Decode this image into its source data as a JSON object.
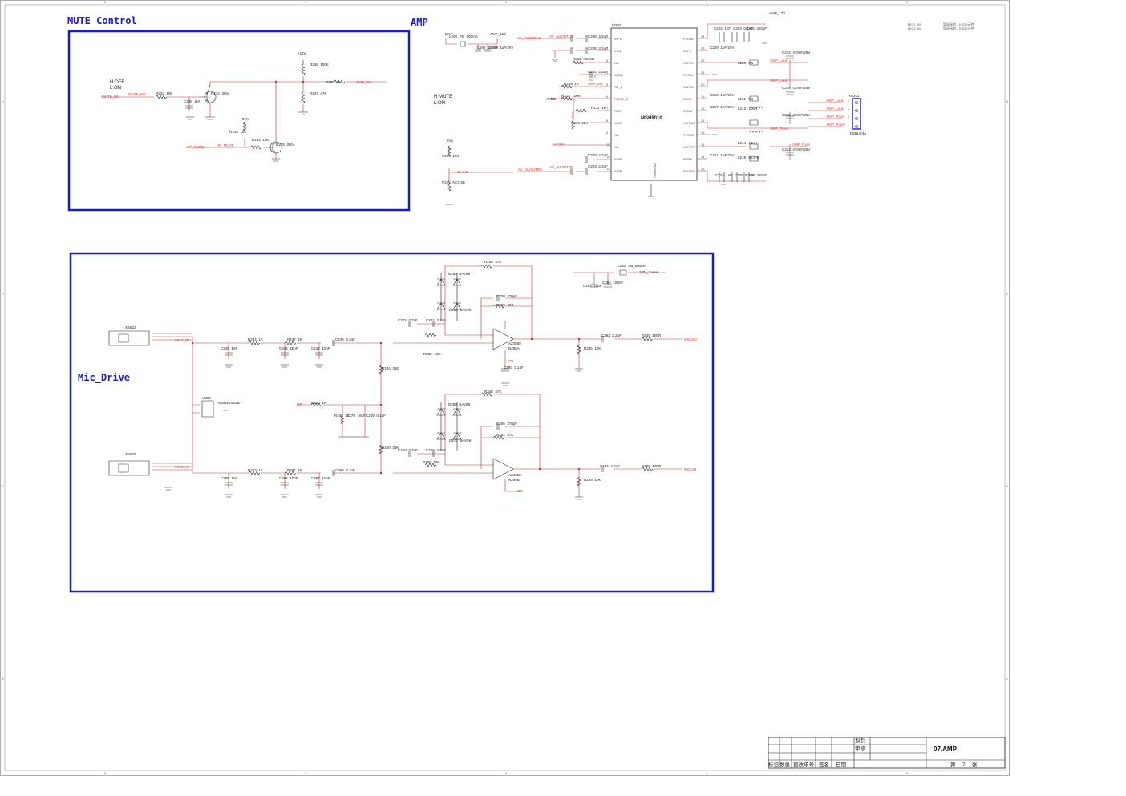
{
  "sections": {
    "mute_title": "MUTE Control",
    "amp_title": "AMP",
    "mic_title": "Mic_Drive"
  },
  "notes": {
    "mute_logic_1": "H:OFF",
    "mute_logic_2": "L:ON",
    "amp_logic_1": "H:MUTE",
    "amp_logic_2": "L:ON",
    "corner_note_1": "MIC1_IN",
    "corner_note_2": "MIC2_IN",
    "corner_desc_1": "暂留接地，ESD2元件",
    "corner_desc_2": "暂留接地，ESD2元件"
  },
  "mute": {
    "rails": [
      "+12V",
      "5VA"
    ],
    "nets": [
      "MUTE_EN",
      "MUTE_EN",
      "HP_MUTE",
      "HP_MUTE",
      "AMP_EN"
    ],
    "parts": [
      {
        "ref": "R233",
        "val": "10K"
      },
      {
        "ref": "C236",
        "val": "1nF"
      },
      {
        "ref": "R214",
        "val": "3904"
      },
      {
        "ref": "R248",
        "val": "100K"
      },
      {
        "ref": "R247",
        "val": "47K"
      },
      {
        "ref": "R260",
        "val": "1K"
      },
      {
        "ref": "R235",
        "val": "10K"
      },
      {
        "ref": "R232",
        "val": "10K"
      },
      {
        "ref": "R215",
        "val": "3904"
      }
    ]
  },
  "amp": {
    "ic_ref": "M202",
    "ic_name": "MSH9010",
    "ic_pad": "PowerPAD",
    "rails": [
      "+12V",
      "AMP_12V",
      "AMP_12V",
      "5VA",
      "AVDD"
    ],
    "left_pins": [
      {
        "num": "1",
        "name": "INPL"
      },
      {
        "num": "2",
        "name": "INNL"
      },
      {
        "num": "3",
        "name": "NC"
      },
      {
        "num": "4",
        "name": "AVDD"
      },
      {
        "num": "5",
        "name": "SD_B"
      },
      {
        "num": "6",
        "name": "FAULT_B"
      },
      {
        "num": "7",
        "name": "REXT"
      },
      {
        "num": "8",
        "name": "AVSS"
      },
      {
        "num": "9",
        "name": "NC"
      },
      {
        "num": "10",
        "name": "G0"
      },
      {
        "num": "11",
        "name": "INNR"
      },
      {
        "num": "12",
        "name": "INPR"
      }
    ],
    "right_pins": [
      {
        "num": "24",
        "name": "PVDDL"
      },
      {
        "num": "23",
        "name": "BSPL"
      },
      {
        "num": "22",
        "name": "OUTPL"
      },
      {
        "num": "21",
        "name": "PVSSL"
      },
      {
        "num": "20",
        "name": "OUTNL"
      },
      {
        "num": "19",
        "name": "BSNL"
      },
      {
        "num": "18",
        "name": "BSNR"
      },
      {
        "num": "17",
        "name": "OUTNR"
      },
      {
        "num": "16",
        "name": "PVSSR"
      },
      {
        "num": "15",
        "name": "OUTPR"
      },
      {
        "num": "14",
        "name": "BSPR"
      },
      {
        "num": "13",
        "name": "PVDDR"
      }
    ],
    "nets": [
      "AV_AUOUTL0",
      "AV_AUOUTL0",
      "AV_AUOUTR0",
      "AV_AUOUTR0",
      "GAIN0",
      "GAIN0",
      "AMP_EN",
      "AMP_Lout",
      "AMP_Lout-",
      "AMP_Rout-",
      "AMP_Rout",
      "AMP_Lout+",
      "AMP_Lout-",
      "AMP_Rout-",
      "AMP_Rout+"
    ],
    "parts": [
      {
        "ref": "L205",
        "val": "FB_600mA"
      },
      {
        "ref": "C207",
        "val": "100nF"
      },
      {
        "ref": "C204",
        "val": "1uF/25V"
      },
      {
        "ref": "C206",
        "val": "2.2uF"
      },
      {
        "ref": "C208",
        "val": "2.2uF"
      },
      {
        "ref": "R212",
        "val": "NC/0R"
      },
      {
        "ref": "C210",
        "val": "2.2uF"
      },
      {
        "ref": "R209",
        "val": "1K"
      },
      {
        "ref": "R213",
        "val": "100K"
      },
      {
        "ref": "R211",
        "val": "1K"
      },
      {
        "ref": "R216",
        "val": "22K"
      },
      {
        "ref": "R210",
        "val": "10K"
      },
      {
        "ref": "R217",
        "val": "NC/10K"
      },
      {
        "ref": "C228",
        "val": "2.2uF"
      },
      {
        "ref": "C223",
        "val": "2.2uF"
      },
      {
        "ref": "C202",
        "val": "1nF"
      },
      {
        "ref": "C203",
        "val": "0.1uF"
      },
      {
        "ref": "C205",
        "val": "220uF"
      },
      {
        "ref": "C209",
        "val": "1uF/25V"
      },
      {
        "ref": "L206",
        "val": "FB"
      },
      {
        "ref": "C212",
        "val": "470nF/25V"
      },
      {
        "ref": "C216",
        "val": "1uF/25V"
      },
      {
        "ref": "L211",
        "val": "FB"
      },
      {
        "ref": "C217",
        "val": "1uF/25V"
      },
      {
        "ref": "L212",
        "val": "10uH"
      },
      {
        "ref": "C215",
        "val": "470nF/25V"
      },
      {
        "ref": "C218",
        "val": "470nF/25V"
      },
      {
        "ref": "L214",
        "val": "10uH"
      },
      {
        "ref": "C221",
        "val": "1uF/25V"
      },
      {
        "ref": "L219",
        "val": "NC/FB"
      },
      {
        "ref": "C222",
        "val": "470nF/25V"
      },
      {
        "ref": "C224",
        "val": "1nF"
      },
      {
        "ref": "C225",
        "val": "0.1uF"
      },
      {
        "ref": "C226",
        "val": "220uF"
      }
    ],
    "connector": {
      "ref": "XS201",
      "part": "D2514-4A",
      "pins": [
        "4",
        "3",
        "2",
        "1"
      ],
      "nets": [
        "AMP_Lout+",
        "AMP_Lout-",
        "AMP_Rout-",
        "AMP_Rout+"
      ]
    }
  },
  "mic": {
    "jack1": "XS622",
    "jack2": "XS603",
    "det": {
      "ref": "U269",
      "part": "PESD5V0S2BT"
    },
    "opamp_a": {
      "ref": "AZ4558",
      "unit": "N285A"
    },
    "opamp_b": {
      "ref": "AZ4558",
      "unit": "N285B"
    },
    "nets": [
      "MIC1_IN",
      "MIC2_IN",
      "MICAIN",
      "MICLIN",
      "OP",
      "OP",
      "OP",
      "3.3V_Tuner"
    ],
    "parts": [
      {
        "ref": "R234",
        "val": "1K"
      },
      {
        "ref": "R237",
        "val": "1K"
      },
      {
        "ref": "C245",
        "val": "1nF"
      },
      {
        "ref": "C244",
        "val": "10nF"
      },
      {
        "ref": "C247",
        "val": "10nF"
      },
      {
        "ref": "C246",
        "val": "2.2uF"
      },
      {
        "ref": "C243",
        "val": "2.2uF"
      },
      {
        "ref": "C241",
        "val": "3.3nF"
      },
      {
        "ref": "R236",
        "val": "10K"
      },
      {
        "ref": "R228",
        "val": "47K"
      },
      {
        "ref": "C238",
        "val": "270pF"
      },
      {
        "ref": "R238",
        "val": "47K"
      },
      {
        "ref": "D289",
        "val": "BAV99"
      },
      {
        "ref": "D287",
        "val": "BAV99"
      },
      {
        "ref": "C262",
        "val": "2.2uF"
      },
      {
        "ref": "R249",
        "val": "100R"
      },
      {
        "ref": "R235",
        "val": "10K"
      },
      {
        "ref": "C293",
        "val": "0.1uF"
      },
      {
        "ref": "L220",
        "val": "FB_600mA"
      },
      {
        "ref": "C283",
        "val": "10uF"
      },
      {
        "ref": "C284",
        "val": "100nF"
      },
      {
        "ref": "R244",
        "val": "33K"
      },
      {
        "ref": "R240",
        "val": "1K"
      },
      {
        "ref": "R245",
        "val": "1K"
      },
      {
        "ref": "C270",
        "val": "10uF"
      },
      {
        "ref": "C249",
        "val": "0.1uF"
      },
      {
        "ref": "R250",
        "val": "33K"
      },
      {
        "ref": "C250",
        "val": "2.2uF"
      },
      {
        "ref": "C255",
        "val": "3.3nF"
      },
      {
        "ref": "R256",
        "val": "10K"
      },
      {
        "ref": "R248",
        "val": "47K"
      },
      {
        "ref": "C256",
        "val": "270pF"
      },
      {
        "ref": "R252",
        "val": "47K"
      },
      {
        "ref": "D288",
        "val": "BAV99"
      },
      {
        "ref": "D270",
        "val": "BAV99"
      },
      {
        "ref": "R263",
        "val": "1K"
      },
      {
        "ref": "R261",
        "val": "1K"
      },
      {
        "ref": "C288",
        "val": "1nF"
      },
      {
        "ref": "C266",
        "val": "10nF"
      },
      {
        "ref": "C267",
        "val": "10nF"
      },
      {
        "ref": "C263",
        "val": "2.2uF"
      },
      {
        "ref": "C264",
        "val": "2.2uF"
      },
      {
        "ref": "R289",
        "val": "100R"
      },
      {
        "ref": "R239",
        "val": "10K"
      }
    ]
  },
  "title_block": {
    "drawn": "拟制",
    "checked": "审核",
    "sheet_title": "07.AMP",
    "cols": [
      "标记",
      "数量",
      "更改单号",
      "签名",
      "日期"
    ],
    "page_prefix": "第",
    "page_num": "7",
    "page_suffix": "张"
  },
  "colors": {
    "frame": "#1a1ad0",
    "wire": "#c03030",
    "part": "#222222"
  }
}
